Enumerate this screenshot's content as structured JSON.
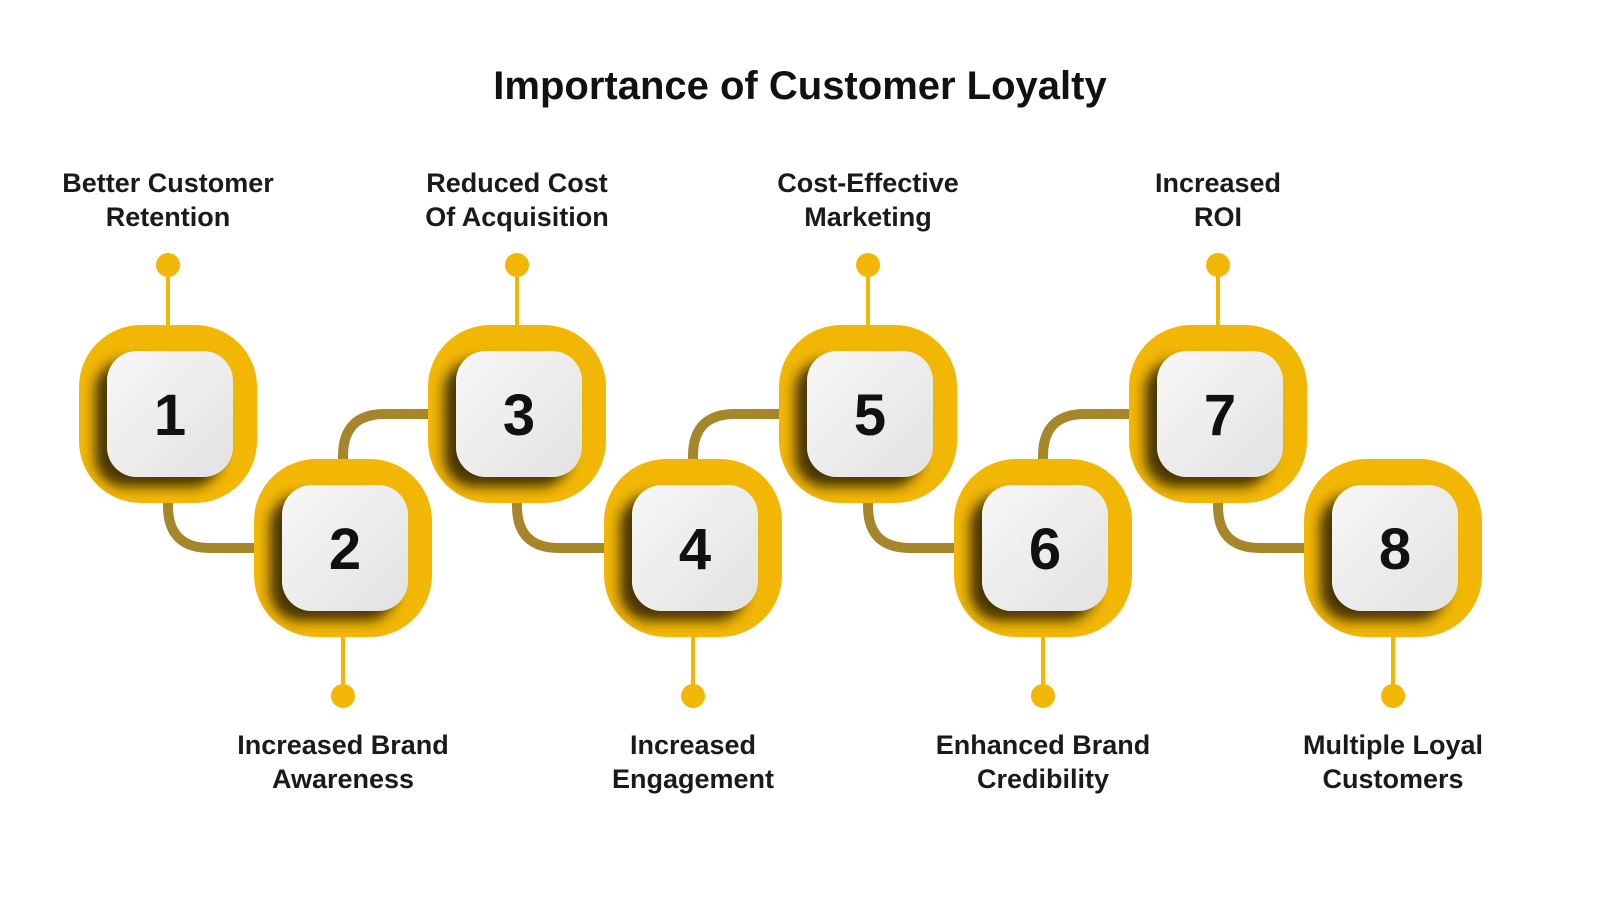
{
  "title": "Importance of Customer Loyalty",
  "colors": {
    "ring": "#F2B705",
    "connector": "#A6862A",
    "pin": "#F2B705",
    "tile": "#ECECEC",
    "tile_shadow": "#3A2A00",
    "text": "#111111"
  },
  "items": [
    {
      "number": "1",
      "label_lines": [
        "Better Customer",
        "Retention"
      ],
      "label_side": "top"
    },
    {
      "number": "2",
      "label_lines": [
        "Increased Brand",
        "Awareness"
      ],
      "label_side": "bottom"
    },
    {
      "number": "3",
      "label_lines": [
        "Reduced Cost",
        "Of Acquisition"
      ],
      "label_side": "top"
    },
    {
      "number": "4",
      "label_lines": [
        "Increased",
        "Engagement"
      ],
      "label_side": "bottom"
    },
    {
      "number": "5",
      "label_lines": [
        "Cost-Effective",
        "Marketing"
      ],
      "label_side": "top"
    },
    {
      "number": "6",
      "label_lines": [
        "Enhanced Brand",
        "Credibility"
      ],
      "label_side": "bottom"
    },
    {
      "number": "7",
      "label_lines": [
        "Increased",
        "ROI"
      ],
      "label_side": "top"
    },
    {
      "number": "8",
      "label_lines": [
        "Multiple Loyal",
        "Customers"
      ],
      "label_side": "bottom"
    }
  ]
}
